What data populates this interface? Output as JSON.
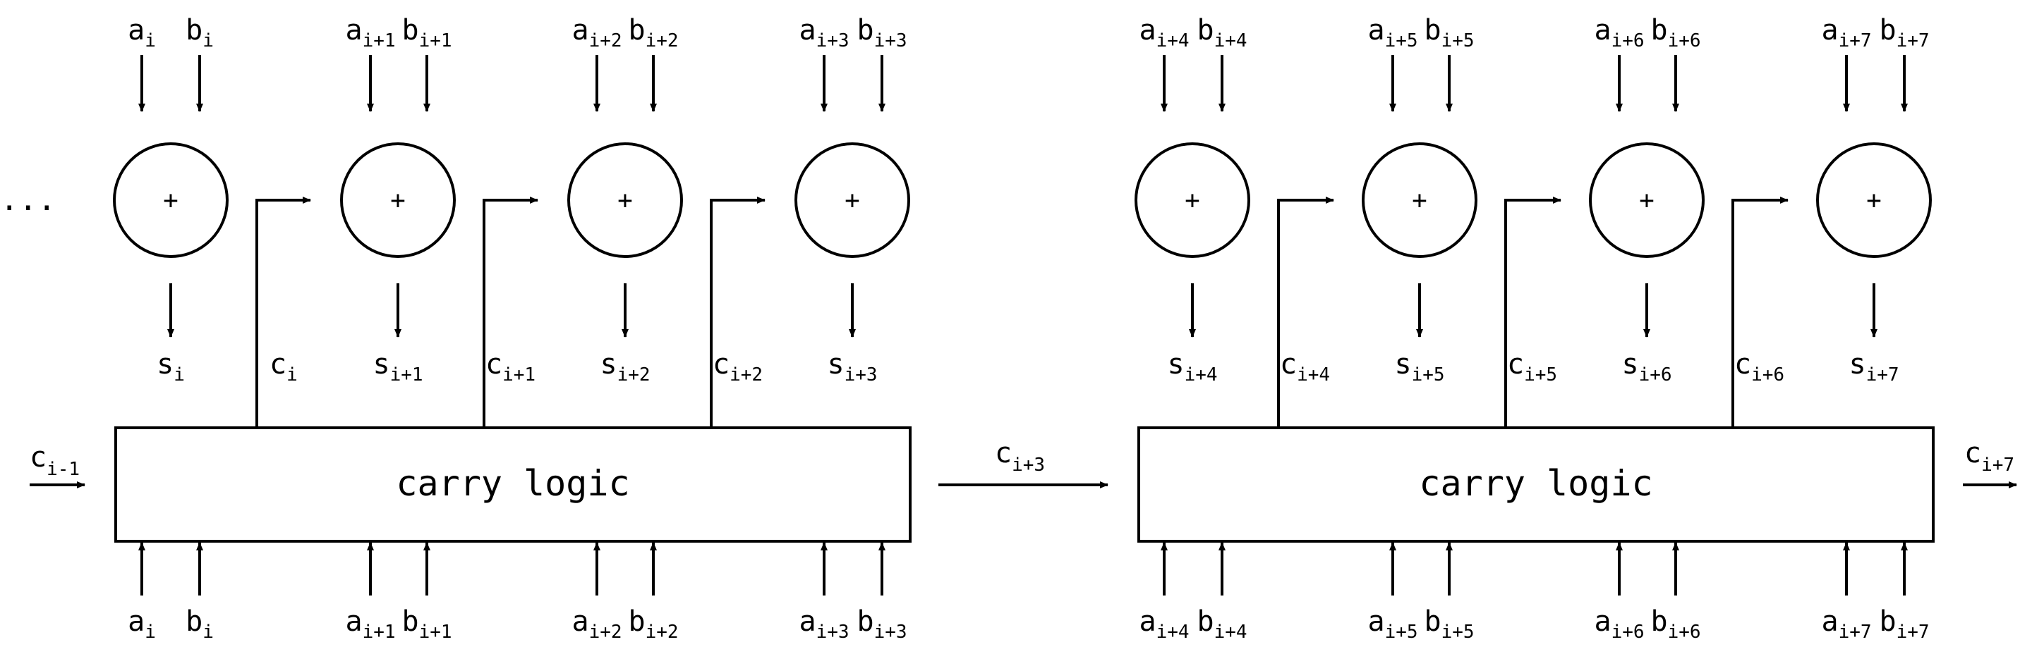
{
  "ellipsis": "...",
  "adder_symbol": "+",
  "blocks": [
    {
      "label": "carry logic",
      "carry_in": {
        "base": "c",
        "sub": "i-1"
      },
      "carry_out": {
        "base": "c",
        "sub": "i+3"
      },
      "stages": [
        {
          "a": {
            "base": "a",
            "sub": "i"
          },
          "b": {
            "base": "b",
            "sub": "i"
          },
          "s": {
            "base": "s",
            "sub": "i"
          },
          "c": {
            "base": "c",
            "sub": "i"
          }
        },
        {
          "a": {
            "base": "a",
            "sub": "i+1"
          },
          "b": {
            "base": "b",
            "sub": "i+1"
          },
          "s": {
            "base": "s",
            "sub": "i+1"
          },
          "c": {
            "base": "c",
            "sub": "i+1"
          }
        },
        {
          "a": {
            "base": "a",
            "sub": "i+2"
          },
          "b": {
            "base": "b",
            "sub": "i+2"
          },
          "s": {
            "base": "s",
            "sub": "i+2"
          },
          "c": {
            "base": "c",
            "sub": "i+2"
          }
        },
        {
          "a": {
            "base": "a",
            "sub": "i+3"
          },
          "b": {
            "base": "b",
            "sub": "i+3"
          },
          "s": {
            "base": "s",
            "sub": "i+3"
          }
        }
      ]
    },
    {
      "label": "carry logic",
      "carry_out": {
        "base": "c",
        "sub": "i+7"
      },
      "stages": [
        {
          "a": {
            "base": "a",
            "sub": "i+4"
          },
          "b": {
            "base": "b",
            "sub": "i+4"
          },
          "s": {
            "base": "s",
            "sub": "i+4"
          },
          "c": {
            "base": "c",
            "sub": "i+4"
          }
        },
        {
          "a": {
            "base": "a",
            "sub": "i+5"
          },
          "b": {
            "base": "b",
            "sub": "i+5"
          },
          "s": {
            "base": "s",
            "sub": "i+5"
          },
          "c": {
            "base": "c",
            "sub": "i+5"
          }
        },
        {
          "a": {
            "base": "a",
            "sub": "i+6"
          },
          "b": {
            "base": "b",
            "sub": "i+6"
          },
          "s": {
            "base": "s",
            "sub": "i+6"
          },
          "c": {
            "base": "c",
            "sub": "i+6"
          }
        },
        {
          "a": {
            "base": "a",
            "sub": "i+7"
          },
          "b": {
            "base": "b",
            "sub": "i+7"
          },
          "s": {
            "base": "s",
            "sub": "i+7"
          }
        }
      ]
    }
  ]
}
